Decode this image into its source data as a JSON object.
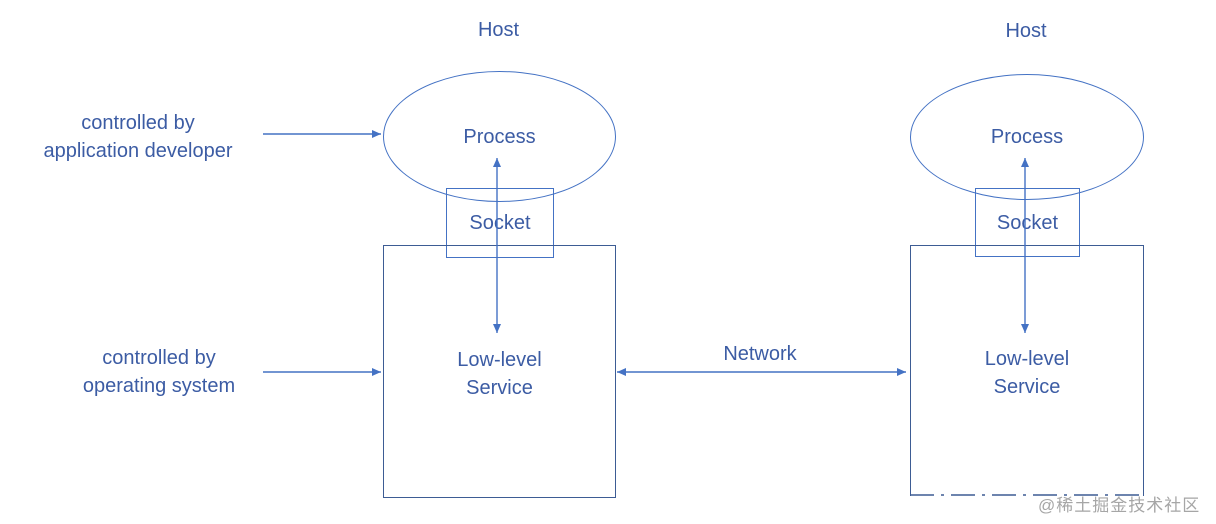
{
  "colors": {
    "stroke": "#4472C4",
    "box_stroke": "#3D5C94",
    "text": "#3C5CA4",
    "watermark": "#A6A6A6",
    "bg": "#FFFFFF"
  },
  "hosts": [
    {
      "title": "Host",
      "process_label": "Process",
      "socket_label": "Socket",
      "service_label": "Low-level\nService"
    },
    {
      "title": "Host",
      "process_label": "Process",
      "socket_label": "Socket",
      "service_label": "Low-level\nService"
    }
  ],
  "annotations": {
    "application_developer": "controlled by\napplication developer",
    "operating_system": "controlled by\noperating system"
  },
  "network_label": "Network",
  "watermark": "@稀土掘金技术社区"
}
